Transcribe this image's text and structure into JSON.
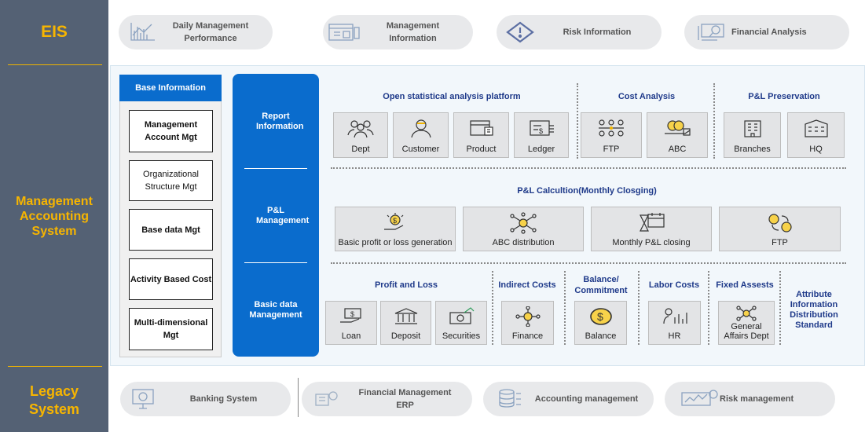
{
  "side": {
    "eis": "EIS",
    "mas": "Management Accounting System",
    "legacy": "Legacy System"
  },
  "eis_items": [
    {
      "label": "Daily Management Performance",
      "icon": "bar-chart-icon"
    },
    {
      "label": "Management Information",
      "icon": "dashboard-icon"
    },
    {
      "label": "Risk Information",
      "icon": "diamond-alert-icon"
    },
    {
      "label": "Financial Analysis",
      "icon": "magnifier-chart-icon"
    }
  ],
  "base": {
    "header": "Base Information",
    "items": [
      "Management Account Mgt",
      "Organizational Structure Mgt",
      "Base data Mgt",
      "Activity Based Cost",
      "Multi-dimensional Mgt"
    ]
  },
  "blue": [
    "Report Information",
    "P&L Management",
    "Basic data Management"
  ],
  "report": {
    "open_title": "Open statistical analysis platform",
    "open_cards": [
      "Dept",
      "Customer",
      "Product",
      "Ledger"
    ],
    "cost_title": "Cost Analysis",
    "cost_cards": [
      "FTP",
      "ABC"
    ],
    "pres_title": "P&L Preservation",
    "pres_cards": [
      "Branches",
      "HQ"
    ]
  },
  "pl": {
    "title": "P&L Calcultion(Monthly Closging)",
    "cards": [
      "Basic profit or loss generation",
      "ABC distribution",
      "Monthly P&L closing",
      "FTP"
    ]
  },
  "basic": {
    "pl_title": "Profit and Loss",
    "pl_cards": [
      "Loan",
      "Deposit",
      "Securities"
    ],
    "ind_title": "Indirect Costs",
    "ind_card": "Finance",
    "bal_title": "Balance/ Commitment",
    "bal_card": "Balance",
    "lab_title": "Labor Costs",
    "lab_card": "HR",
    "fix_title": "Fixed Assests",
    "fix_card": "General Affairs Dept",
    "attr": "Attribute Information Distribution Standard"
  },
  "legacy_items": [
    {
      "label": "Banking System",
      "icon": "monitor-icon"
    },
    {
      "label": "Financial Management ERP",
      "icon": "erp-icon"
    },
    {
      "label": "Accounting management",
      "icon": "database-icon"
    },
    {
      "label": "Risk management",
      "icon": "risk-chart-icon"
    }
  ],
  "colors": {
    "sidebar": "#546174",
    "accent": "#f7b500",
    "blue": "#0a6ccd",
    "title_blue": "#1f3a8a"
  }
}
